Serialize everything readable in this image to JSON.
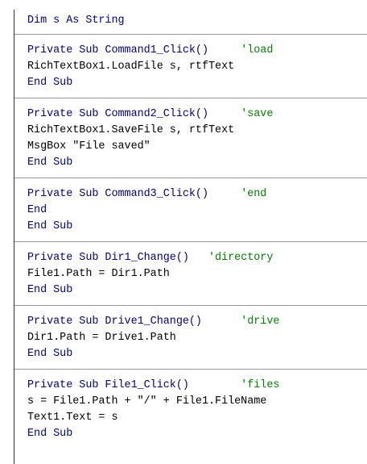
{
  "editor": {
    "colors": {
      "keyword": "#00008b",
      "comment": "#008000",
      "text": "#000000",
      "separator": "#9a9a9a"
    },
    "declaration": {
      "keyword": "Dim s As String"
    },
    "procs": [
      {
        "sig": "Private Sub Command1_Click()",
        "gap": "     ",
        "comment": "'load",
        "body": [
          "RichTextBox1.LoadFile s, rtfText"
        ],
        "end": "End Sub"
      },
      {
        "sig": "Private Sub Command2_Click()",
        "gap": "     ",
        "comment": "'save",
        "body": [
          "RichTextBox1.SaveFile s, rtfText",
          "MsgBox \"File saved\""
        ],
        "end": "End Sub"
      },
      {
        "sig": "Private Sub Command3_Click()",
        "gap": "     ",
        "comment": "'end",
        "body": [],
        "end_keyword": "End",
        "end": "End Sub"
      },
      {
        "sig": "Private Sub Dir1_Change()",
        "gap": "   ",
        "comment": "'directory",
        "body": [
          "File1.Path = Dir1.Path"
        ],
        "end": "End Sub"
      },
      {
        "sig": "Private Sub Drive1_Change()",
        "gap": "      ",
        "comment": "'drive",
        "body": [
          "Dir1.Path = Drive1.Path"
        ],
        "end": "End Sub"
      },
      {
        "sig": "Private Sub File1_Click()",
        "gap": "        ",
        "comment": "'files",
        "body": [
          "s = File1.Path + \"/\" + File1.FileName",
          "Text1.Text = s"
        ],
        "end": "End Sub"
      }
    ]
  }
}
